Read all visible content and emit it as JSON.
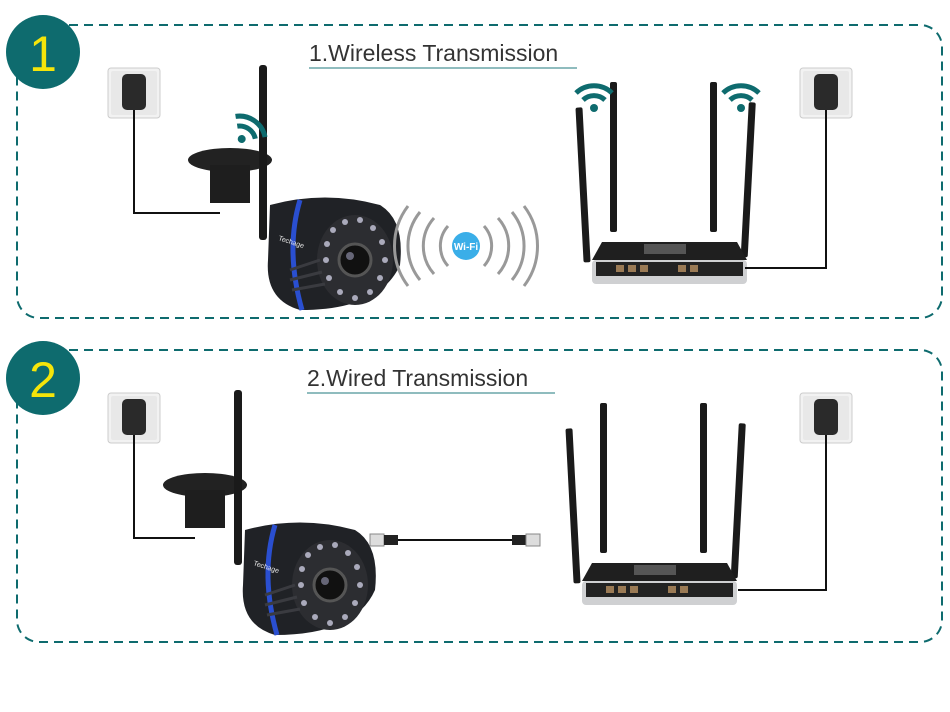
{
  "colors": {
    "accent": "#0e6b6e",
    "number": "#f5e50a",
    "wifi_badge": "#3aaee8",
    "camera_ring": "#2a4fd0"
  },
  "panels": [
    {
      "number": "1",
      "title": "1.Wireless Transmission",
      "link_icon": "wifi-signal-icon"
    },
    {
      "number": "2",
      "title": "2.Wired Transmission",
      "link_icon": "ethernet-cable-icon"
    }
  ],
  "wifi_badge_label": "Wi-Fi",
  "camera_brand": "Techage"
}
